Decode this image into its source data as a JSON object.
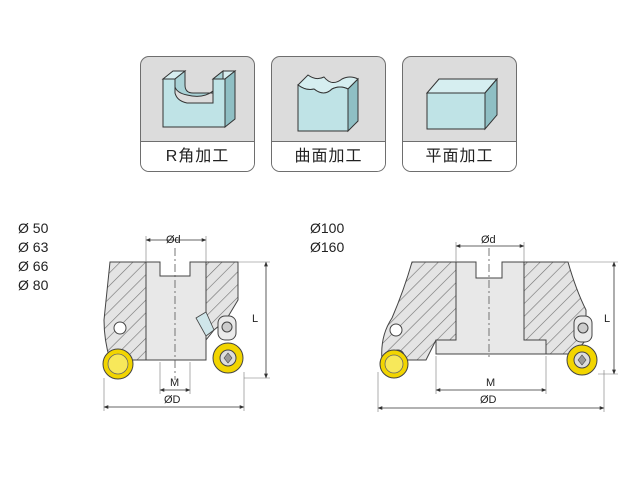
{
  "cards": [
    {
      "label": "R角加工",
      "icon": "r-corner-machining-icon"
    },
    {
      "label": "曲面加工",
      "icon": "curved-surface-machining-icon"
    },
    {
      "label": "平面加工",
      "icon": "flat-surface-machining-icon"
    }
  ],
  "left_diagram": {
    "sizes": [
      "Ø  50",
      "Ø  63",
      "Ø  66",
      "Ø  80"
    ],
    "dim_d": "Ød",
    "dim_D": "ØD",
    "dim_M": "M",
    "dim_L": "L"
  },
  "right_diagram": {
    "sizes": [
      "Ø100",
      "Ø160"
    ],
    "dim_d": "Ød",
    "dim_D": "ØD",
    "dim_M": "M",
    "dim_L": "L"
  },
  "colors": {
    "card_bg": "#dcdcdc",
    "block": "#bfe3e6",
    "body_fill": "#e4e4e4",
    "hatch": "#707070",
    "insert": "#f2d500"
  }
}
